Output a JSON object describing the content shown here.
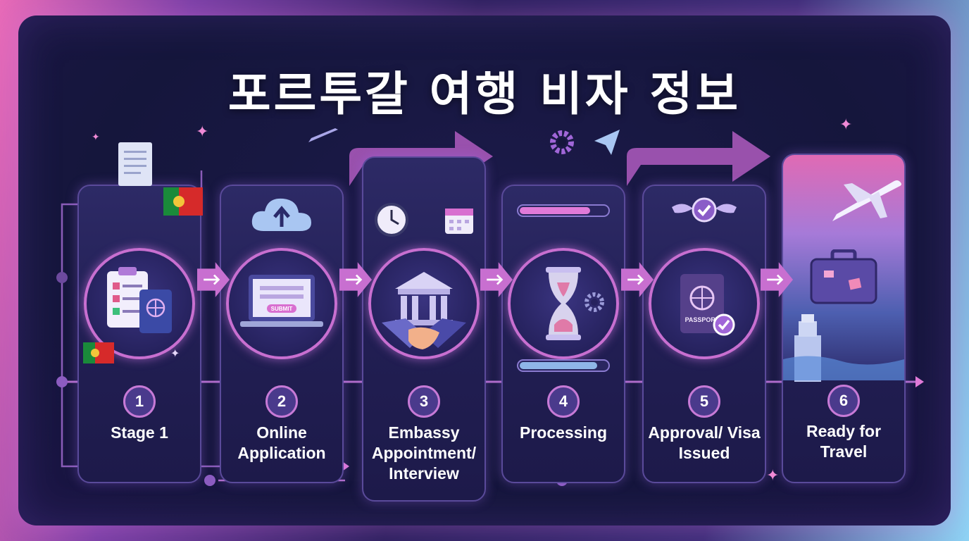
{
  "title": "포르투갈 여행 비자 정보",
  "stages": [
    {
      "number": "1",
      "label": "Stage 1"
    },
    {
      "number": "2",
      "label": "Online Application",
      "button": "SUBMIT"
    },
    {
      "number": "3",
      "label": "Embassy Appointment/ Interview"
    },
    {
      "number": "4",
      "label": "Processing"
    },
    {
      "number": "5",
      "label": "Approval/ Visa Issued",
      "passport": "PASSPORT"
    },
    {
      "number": "6",
      "label": "Ready for Travel"
    }
  ],
  "colors": {
    "accent": "#e07ad8",
    "card": "#26235a",
    "background": "#15163c"
  }
}
